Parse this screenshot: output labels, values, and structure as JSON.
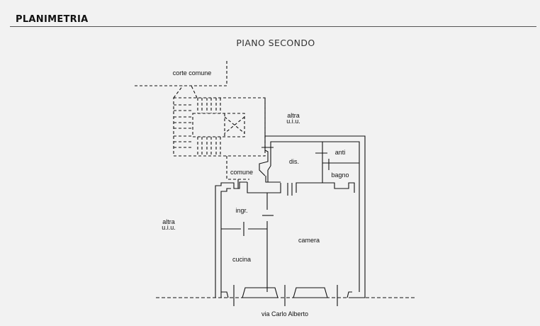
{
  "header": {
    "title": "PLANIMETRIA"
  },
  "plan": {
    "heading": "PIANO SECONDO",
    "labels": {
      "corte_comune": "corte comune",
      "altra_top_1": "altra",
      "altra_top_2": "u.i.u.",
      "altra_left_1": "altra",
      "altra_left_2": "u.i.u.",
      "comune": "comune",
      "dis": "dis.",
      "anti": "anti",
      "bagno": "bagno",
      "ingr": "ingr.",
      "camera": "camera",
      "cucina": "cucina",
      "street": "via Carlo Alberto"
    }
  }
}
